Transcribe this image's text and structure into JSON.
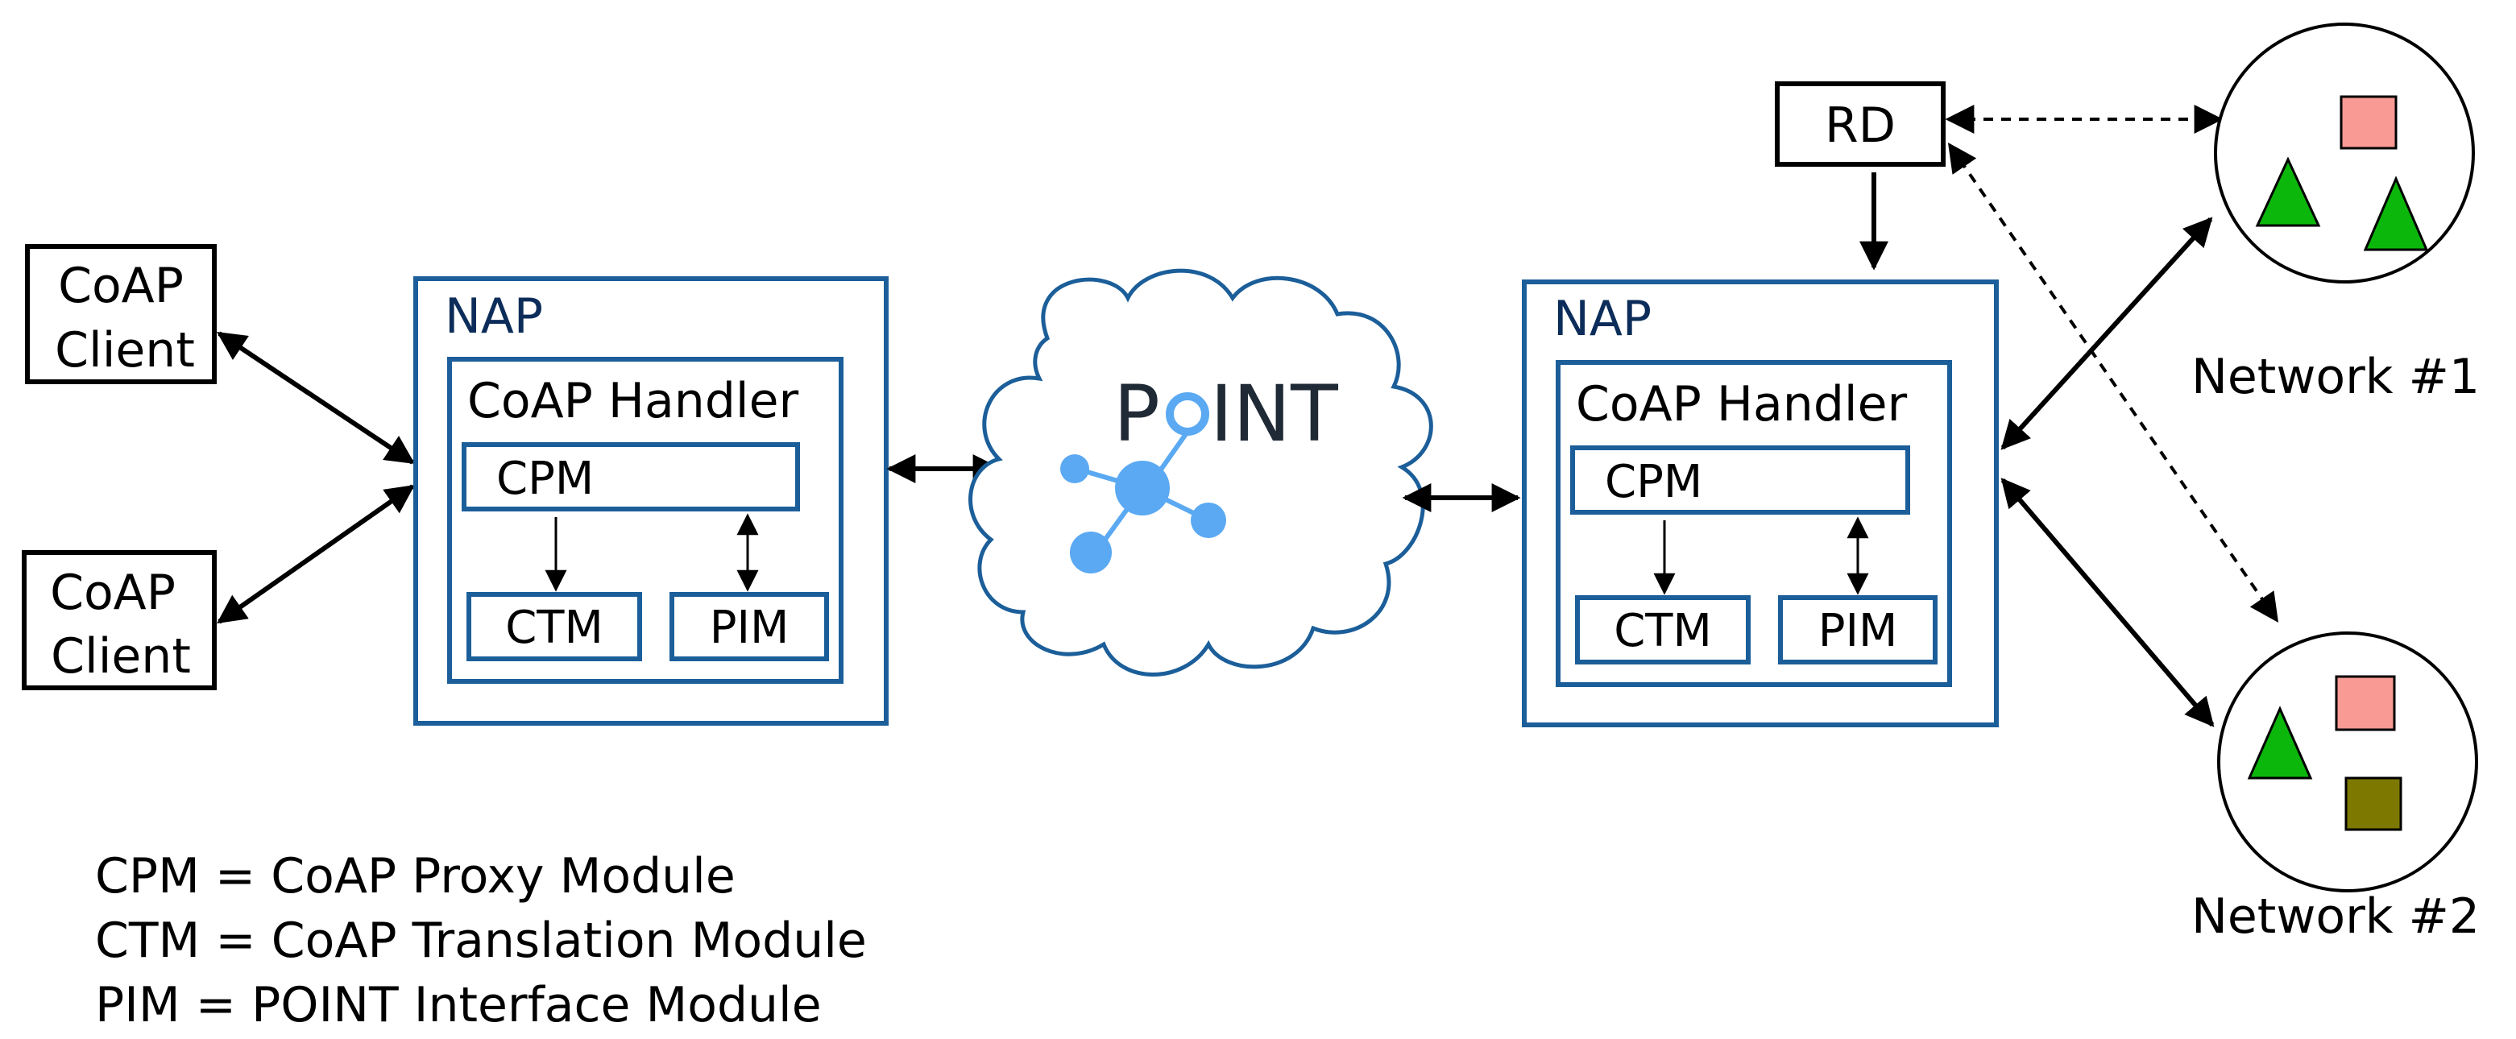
{
  "colors": {
    "nap_blue": "#1b5e99",
    "nap_text": "#0c2d5a",
    "point_dark": "#1f2a36",
    "point_blue": "#5aa9f2",
    "black": "#000000",
    "salmon": "#f99a94",
    "green": "#0cb70c",
    "olive": "#7d7900"
  },
  "clients": [
    {
      "line1": "CoAP",
      "line2": "Client"
    },
    {
      "line1": "CoAP",
      "line2": "Client"
    }
  ],
  "nap_left": {
    "title": "NAP",
    "handler": "CoAP Handler",
    "cpm": "CPM",
    "ctm": "CTM",
    "pim": "PIM"
  },
  "nap_right": {
    "title": "NAP",
    "handler": "CoAP Handler",
    "cpm": "CPM",
    "ctm": "CTM",
    "pim": "PIM"
  },
  "cloud": {
    "logo_p": "P",
    "logo_o": "O",
    "logo_int": "INT"
  },
  "rd": {
    "label": "RD"
  },
  "networks": [
    {
      "label": "Network #1"
    },
    {
      "label": "Network #2"
    }
  ],
  "legend": [
    "CPM = CoAP Proxy Module",
    "CTM = CoAP Translation Module",
    "PIM = POINT Interface Module"
  ]
}
